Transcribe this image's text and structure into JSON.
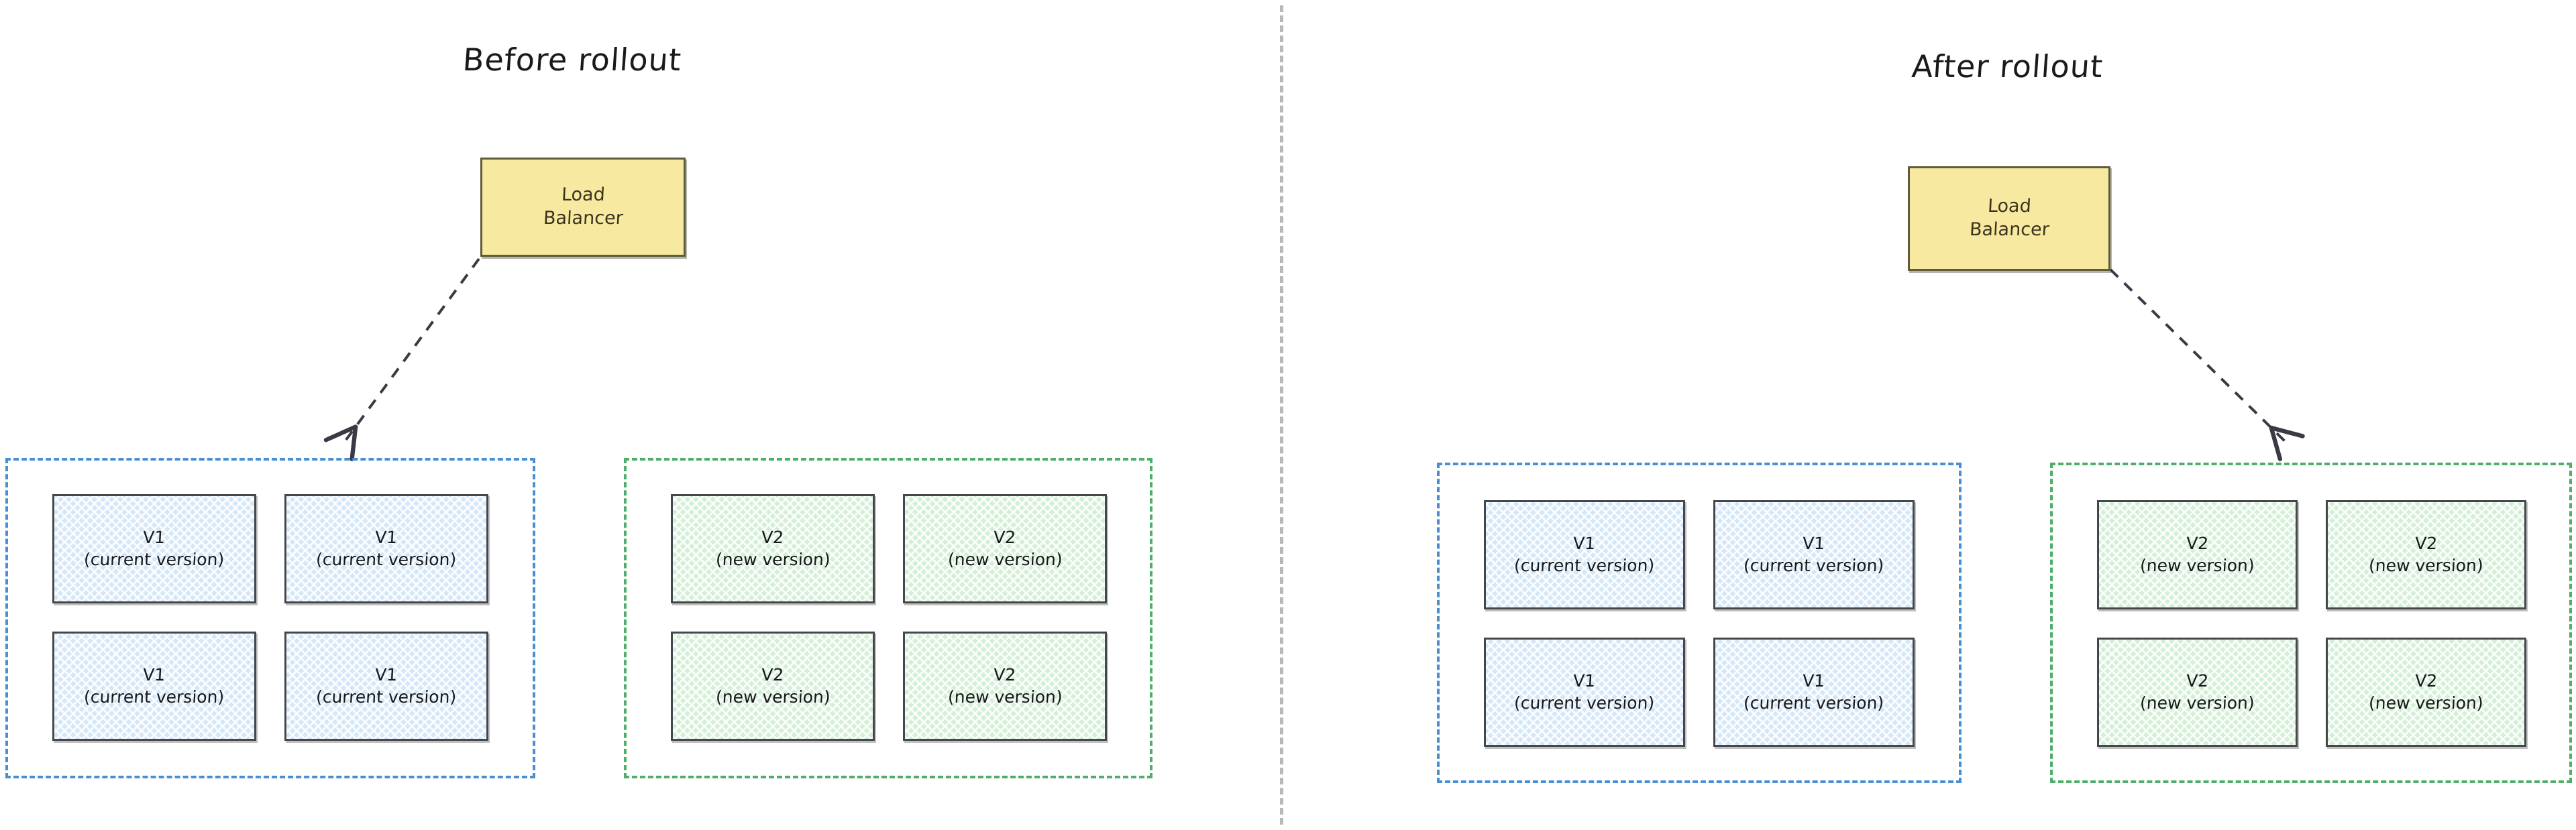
{
  "diagram": {
    "title_left": "Before rollout",
    "title_right": "After rollout",
    "divider": {
      "style": "dashed-vertical",
      "color": "#b8b8b8"
    }
  },
  "colors": {
    "load_balancer_fill": "#F7E9A0",
    "load_balancer_stroke": "#5F5A3A",
    "v1_fill": "#D4E7F8",
    "v1_group_border": "#4A8FD4",
    "v2_fill": "#D3EFD6",
    "v2_group_border": "#4FAE6A",
    "node_stroke": "#44484C",
    "arrow_color": "#3A3A44"
  },
  "panels": [
    {
      "id": "before",
      "title": "Before rollout",
      "load_balancer": {
        "line1": "Load",
        "line2": "Balancer"
      },
      "arrow": {
        "from": "load-balancer",
        "to": "v1-group",
        "direction": "down-left",
        "style": "dashed"
      },
      "groups": [
        {
          "id": "before-v1",
          "variant": "blue",
          "nodes": [
            {
              "version": "V1",
              "note": "(current version)"
            },
            {
              "version": "V1",
              "note": "(current version)"
            },
            {
              "version": "V1",
              "note": "(current version)"
            },
            {
              "version": "V1",
              "note": "(current version)"
            }
          ]
        },
        {
          "id": "before-v2",
          "variant": "green",
          "nodes": [
            {
              "version": "V2",
              "note": "(new version)"
            },
            {
              "version": "V2",
              "note": "(new version)"
            },
            {
              "version": "V2",
              "note": "(new version)"
            },
            {
              "version": "V2",
              "note": "(new version)"
            }
          ]
        }
      ]
    },
    {
      "id": "after",
      "title": "After rollout",
      "load_balancer": {
        "line1": "Load",
        "line2": "Balancer"
      },
      "arrow": {
        "from": "load-balancer",
        "to": "v2-group",
        "direction": "down-right",
        "style": "dashed"
      },
      "groups": [
        {
          "id": "after-v1",
          "variant": "blue",
          "nodes": [
            {
              "version": "V1",
              "note": "(current version)"
            },
            {
              "version": "V1",
              "note": "(current version)"
            },
            {
              "version": "V1",
              "note": "(current version)"
            },
            {
              "version": "V1",
              "note": "(current version)"
            }
          ]
        },
        {
          "id": "after-v2",
          "variant": "green",
          "nodes": [
            {
              "version": "V2",
              "note": "(new version)"
            },
            {
              "version": "V2",
              "note": "(new version)"
            },
            {
              "version": "V2",
              "note": "(new version)"
            },
            {
              "version": "V2",
              "note": "(new version)"
            }
          ]
        }
      ]
    }
  ]
}
